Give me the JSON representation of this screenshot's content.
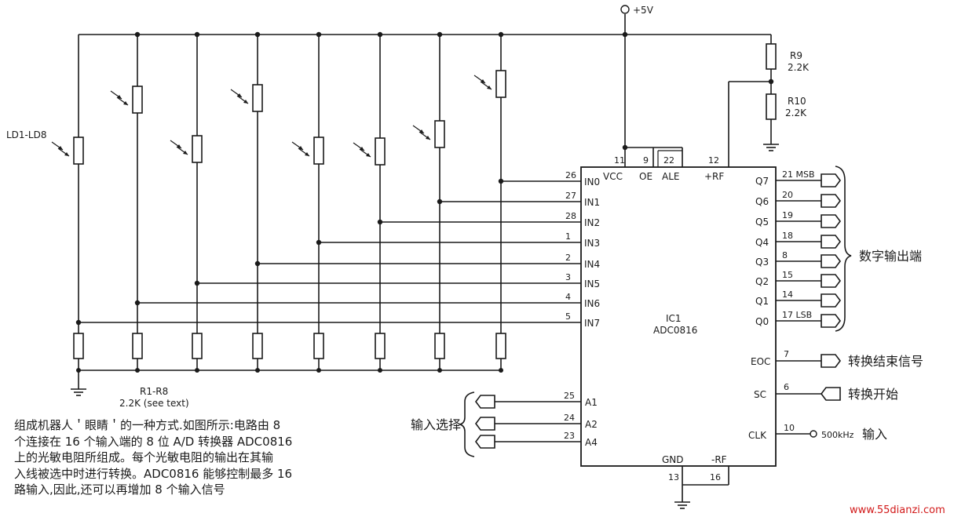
{
  "supply": {
    "label": "+5V"
  },
  "ldr_label": "LD1-LD8",
  "resistor_label": {
    "name": "R1-R8",
    "value": "2.2K (see text)"
  },
  "r9": {
    "name": "R9",
    "value": "2.2K"
  },
  "r10": {
    "name": "R10",
    "value": "2.2K"
  },
  "ic": {
    "name": "IC1",
    "part": "ADC0816"
  },
  "top_pins": [
    {
      "num": "11",
      "name": "VCC"
    },
    {
      "num": "9",
      "name": "OE"
    },
    {
      "num": "22",
      "name": "ALE"
    },
    {
      "num": "12",
      "name": "+RF"
    }
  ],
  "inputs": [
    {
      "name": "IN0",
      "pin": "26"
    },
    {
      "name": "IN1",
      "pin": "27"
    },
    {
      "name": "IN2",
      "pin": "28"
    },
    {
      "name": "IN3",
      "pin": "1"
    },
    {
      "name": "IN4",
      "pin": "2"
    },
    {
      "name": "IN5",
      "pin": "3"
    },
    {
      "name": "IN6",
      "pin": "4"
    },
    {
      "name": "IN7",
      "pin": "5"
    }
  ],
  "outputs": [
    {
      "name": "Q7",
      "pin": "21 MSB"
    },
    {
      "name": "Q6",
      "pin": "20"
    },
    {
      "name": "Q5",
      "pin": "19"
    },
    {
      "name": "Q4",
      "pin": "18"
    },
    {
      "name": "Q3",
      "pin": "8"
    },
    {
      "name": "Q2",
      "pin": "15"
    },
    {
      "name": "Q1",
      "pin": "14"
    },
    {
      "name": "Q0",
      "pin": "17 LSB"
    }
  ],
  "address_pins": [
    {
      "name": "A1",
      "pin": "25"
    },
    {
      "name": "A2",
      "pin": "24"
    },
    {
      "name": "A4",
      "pin": "23"
    }
  ],
  "control_pins": [
    {
      "name": "EOC",
      "pin": "7",
      "signal": "转换结束信号"
    },
    {
      "name": "SC",
      "pin": "6",
      "signal": "转换开始"
    },
    {
      "name": "CLK",
      "pin": "10",
      "signal_freq": "500kHz",
      "signal_label": "输入"
    }
  ],
  "bottom_pins": [
    {
      "name": "GND",
      "pin": "13"
    },
    {
      "name": "-RF",
      "pin": "16"
    }
  ],
  "digital_output_label": "数字输出端",
  "input_select_label": "输入选择",
  "description_lines": [
    "组成机器人＇眼睛＇的一种方式.如图所示:电路由 8",
    "个连接在 16 个输入端的 8 位 A/D 转换器 ADC0816",
    "上的光敏电阻所组成。每个光敏电阻的输出在其输",
    "入线被选中时进行转换。ADC0816 能够控制最多 16",
    "路输入,因此,还可以再增加 8 个输入信号"
  ],
  "watermark": "www.55dianzi.com"
}
